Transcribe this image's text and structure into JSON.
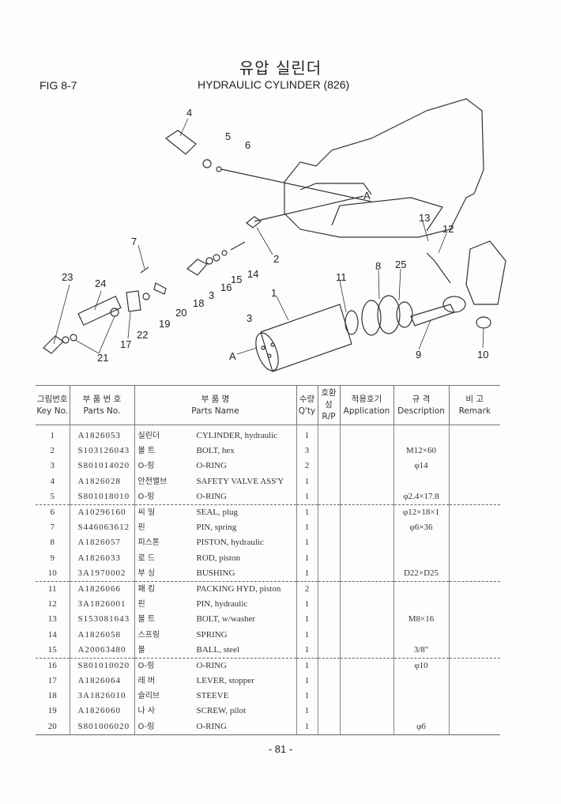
{
  "header": {
    "title_ko": "유압 실린더",
    "fig": "FIG 8-7",
    "title_en": "HYDRAULIC CYLINDER (826)"
  },
  "diagram": {
    "callouts": [
      "1",
      "2",
      "3",
      "3",
      "4",
      "5",
      "6",
      "7",
      "8",
      "9",
      "10",
      "11",
      "12",
      "13",
      "14",
      "15",
      "16",
      "17",
      "18",
      "19",
      "20",
      "21",
      "22",
      "23",
      "24",
      "25",
      "A",
      "A"
    ]
  },
  "table": {
    "headers": [
      {
        "ko": "그림번호",
        "en": "Key No."
      },
      {
        "ko": "부 품 번 호",
        "en": "Parts No."
      },
      {
        "ko": "부    품    명",
        "en": "Parts Name"
      },
      {
        "ko": "수량",
        "en": "Q'ty"
      },
      {
        "ko": "호환성",
        "en": "R/P"
      },
      {
        "ko": "적용호기",
        "en": "Application"
      },
      {
        "ko": "규  격",
        "en": "Description"
      },
      {
        "ko": "비  고",
        "en": "Remark"
      }
    ],
    "rows": [
      {
        "key": "1",
        "part_no": "A1826053",
        "name_ko": "실린더",
        "name_en": "CYLINDER, hydraulic",
        "qty": "1",
        "desc": ""
      },
      {
        "key": "2",
        "part_no": "S103126043",
        "name_ko": "볼 트",
        "name_en": "BOLT, hex",
        "qty": "3",
        "desc": "M12×60"
      },
      {
        "key": "3",
        "part_no": "S801014020",
        "name_ko": "O-링",
        "name_en": "O-RING",
        "qty": "2",
        "desc": "φ14"
      },
      {
        "key": "4",
        "part_no": "A1826028",
        "name_ko": "안전밸브",
        "name_en": "SAFETY VALVE ASS'Y",
        "qty": "1",
        "desc": ""
      },
      {
        "key": "5",
        "part_no": "S801018010",
        "name_ko": "O-링",
        "name_en": "O-RING",
        "qty": "1",
        "desc": "φ2.4×17.8"
      },
      {
        "key": "6",
        "part_no": "A10296160",
        "name_ko": "씨 일",
        "name_en": "SEAL, plug",
        "qty": "1",
        "desc": "φ12×18×1"
      },
      {
        "key": "7",
        "part_no": "S446063612",
        "name_ko": "  핀",
        "name_en": "PIN, spring",
        "qty": "1",
        "desc": "φ6×36"
      },
      {
        "key": "8",
        "part_no": "A1826057",
        "name_ko": "피스톤",
        "name_en": "PISTON, hydraulic",
        "qty": "1",
        "desc": ""
      },
      {
        "key": "9",
        "part_no": "A1826033",
        "name_ko": "로 드",
        "name_en": "ROD, piston",
        "qty": "1",
        "desc": ""
      },
      {
        "key": "10",
        "part_no": "3A1970002",
        "name_ko": "부 싱",
        "name_en": "BUSHING",
        "qty": "1",
        "desc": "D22×D25"
      },
      {
        "key": "11",
        "part_no": "A1826066",
        "name_ko": "패 킹",
        "name_en": "PACKING HYD, piston",
        "qty": "2",
        "desc": ""
      },
      {
        "key": "12",
        "part_no": "3A1826001",
        "name_ko": "  핀",
        "name_en": "PIN, hydraulic",
        "qty": "1",
        "desc": ""
      },
      {
        "key": "13",
        "part_no": "S153081643",
        "name_ko": "볼 트",
        "name_en": "BOLT, w/washer",
        "qty": "1",
        "desc": "M8×16"
      },
      {
        "key": "14",
        "part_no": "A1826058",
        "name_ko": "스프링",
        "name_en": "SPRING",
        "qty": "1",
        "desc": ""
      },
      {
        "key": "15",
        "part_no": "A20063480",
        "name_ko": "  볼",
        "name_en": "BALL, steel",
        "qty": "1",
        "desc": "3/8\""
      },
      {
        "key": "16",
        "part_no": "S801010020",
        "name_ko": "O-링",
        "name_en": "O-RING",
        "qty": "1",
        "desc": "φ10"
      },
      {
        "key": "17",
        "part_no": "A1826064",
        "name_ko": "레 버",
        "name_en": "LEVER, stopper",
        "qty": "1",
        "desc": ""
      },
      {
        "key": "18",
        "part_no": "3A1826010",
        "name_ko": "슬리브",
        "name_en": "STEEVE",
        "qty": "1",
        "desc": ""
      },
      {
        "key": "19",
        "part_no": "A1826060",
        "name_ko": "나 사",
        "name_en": "SCREW, pilot",
        "qty": "1",
        "desc": ""
      },
      {
        "key": "20",
        "part_no": "S801006020",
        "name_ko": "O-링",
        "name_en": "O-RING",
        "qty": "1",
        "desc": "φ6"
      }
    ]
  },
  "footer": {
    "page_number": "- 81 -"
  }
}
